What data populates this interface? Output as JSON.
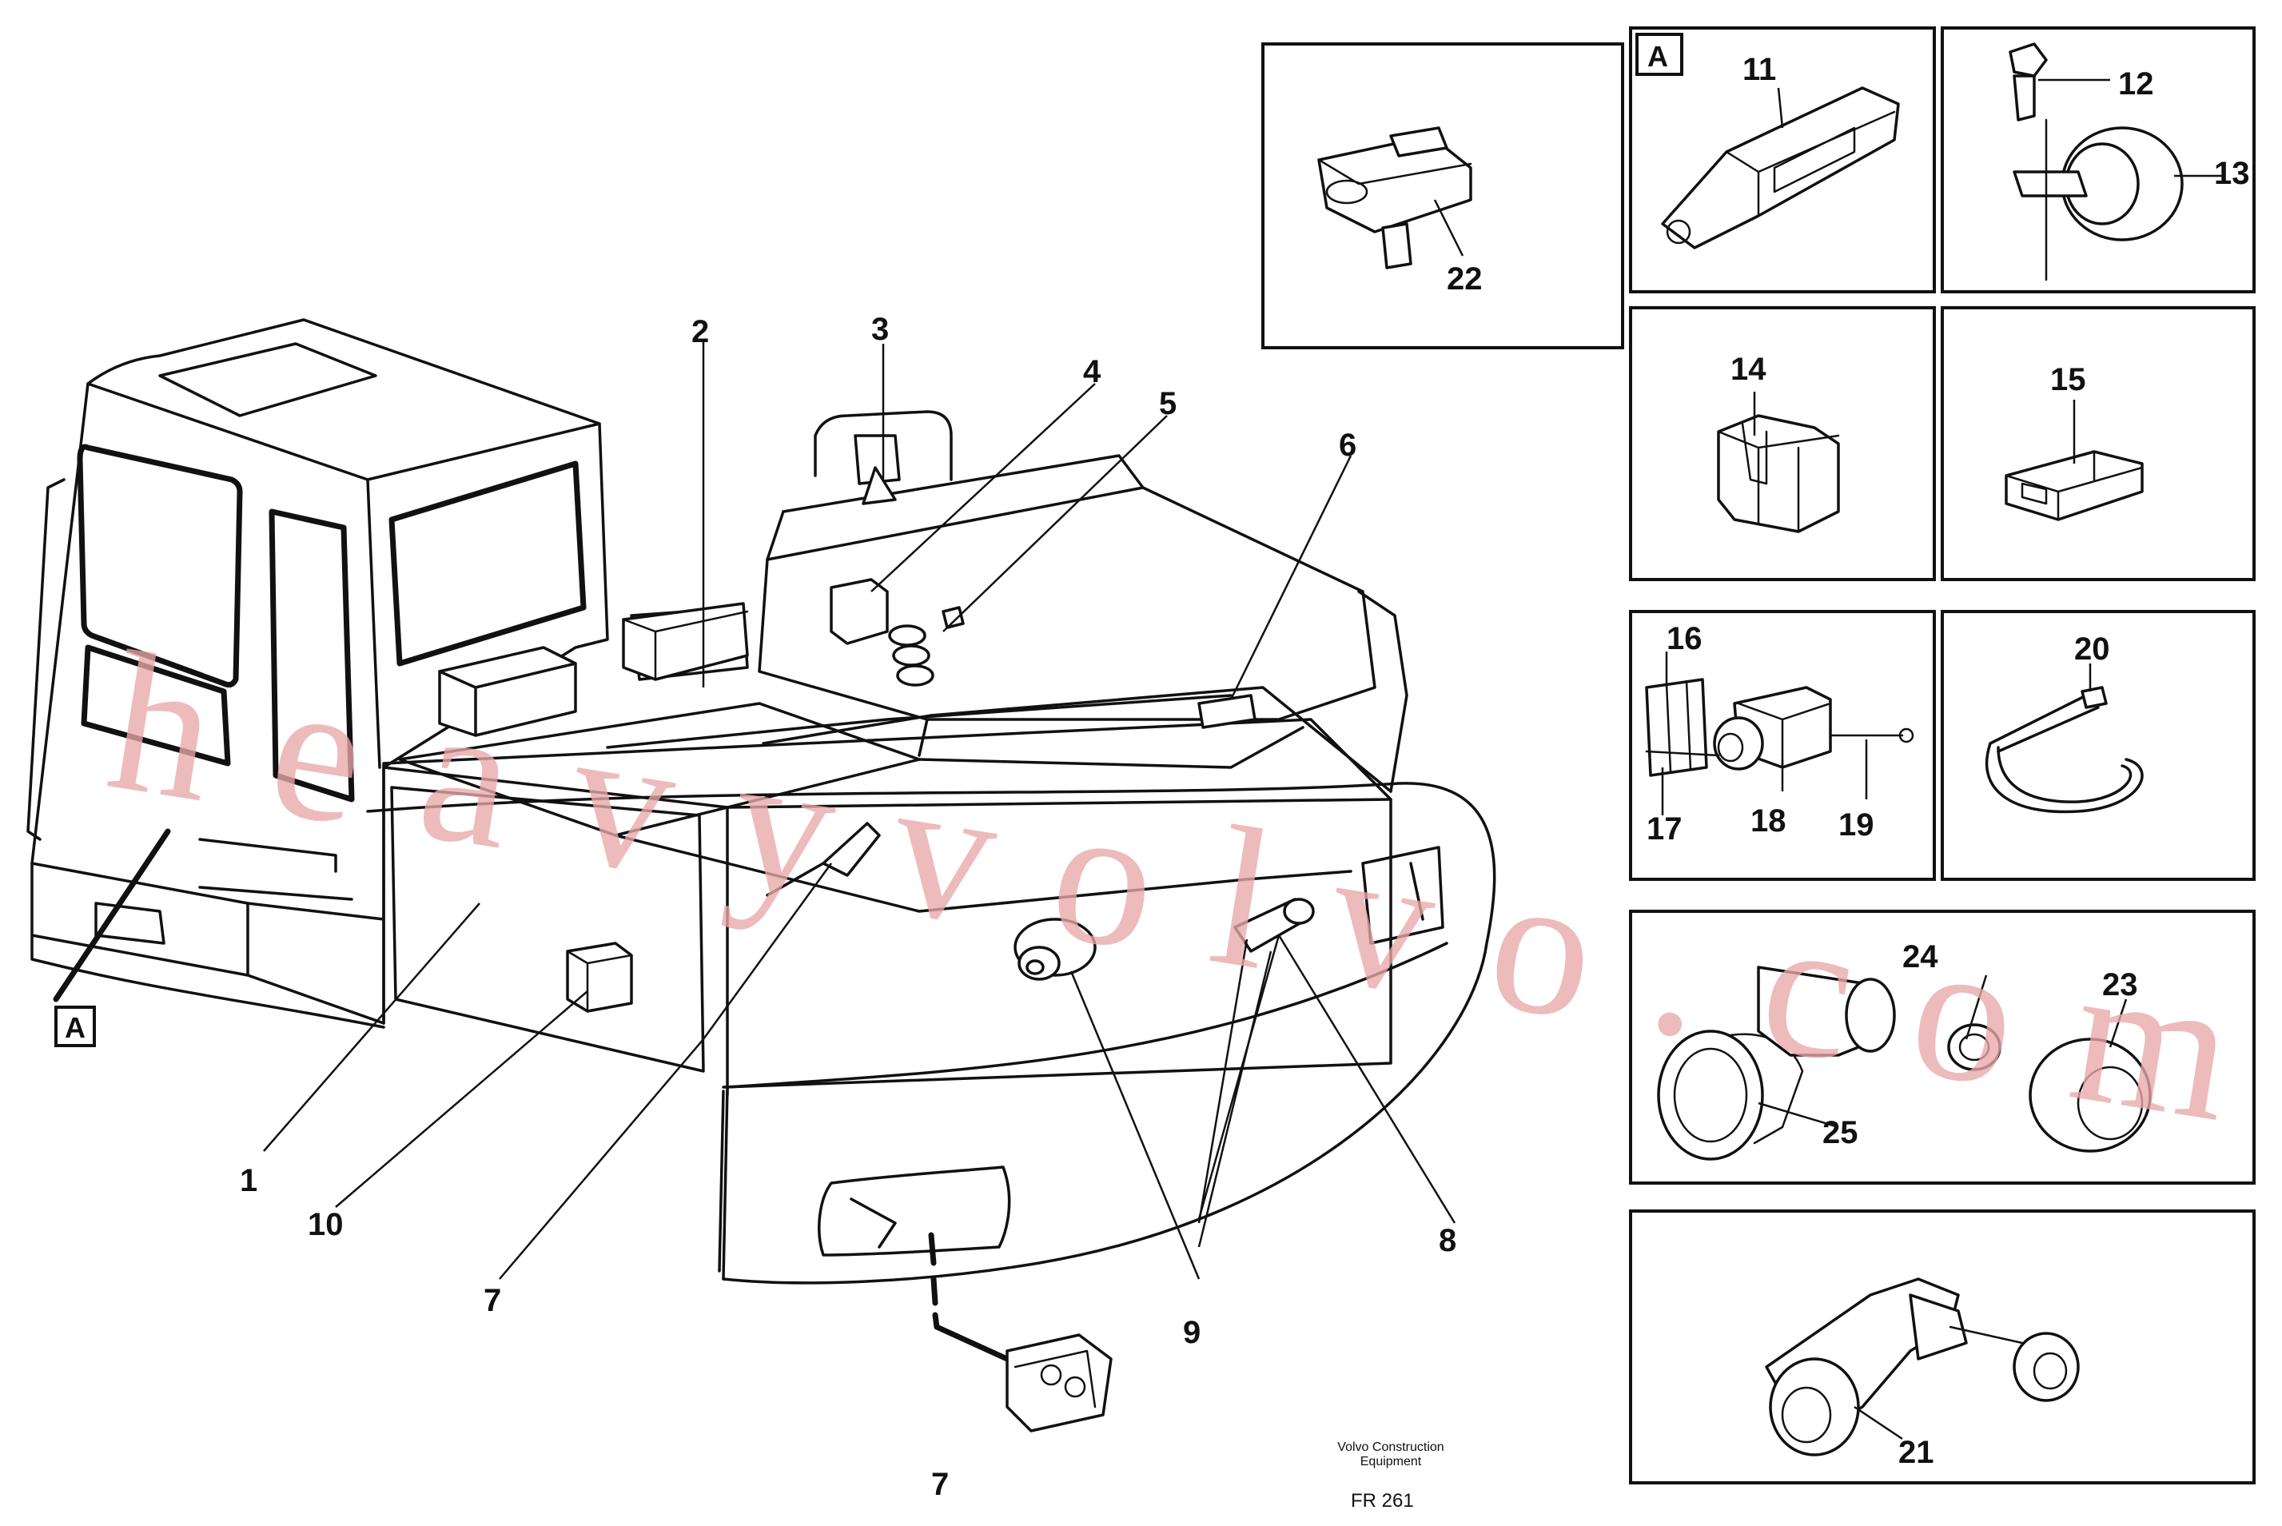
{
  "callouts": {
    "c1": "1",
    "c2": "2",
    "c3": "3",
    "c4": "4",
    "c5": "5",
    "c6": "6",
    "c7a": "7",
    "c7b": "7",
    "c8": "8",
    "c9": "9",
    "c10": "10",
    "c11": "11",
    "c12": "12",
    "c13": "13",
    "c14": "14",
    "c15": "15",
    "c16": "16",
    "c17": "17",
    "c18": "18",
    "c19": "19",
    "c20": "20",
    "c21": "21",
    "c22": "22",
    "c23": "23",
    "c24": "24",
    "c25": "25"
  },
  "detail_marker": {
    "main": "A",
    "panel": "A"
  },
  "footer": {
    "company_line1": "Volvo Construction",
    "company_line2": "Equipment",
    "figure_code": "FR 261"
  },
  "watermark": "heavyvolvo.com"
}
